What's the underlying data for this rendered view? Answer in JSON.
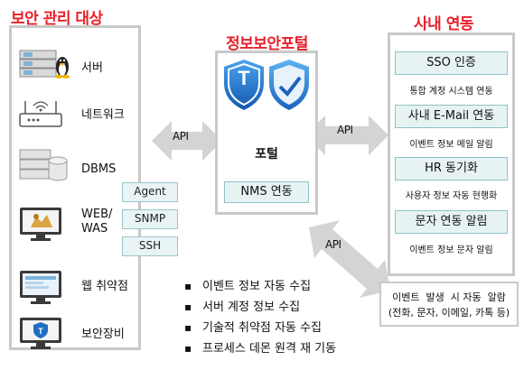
{
  "titles": {
    "left": "보안 관리 대상",
    "center": "정보보안포털",
    "right": "사내 연동"
  },
  "assets": [
    {
      "label": "서버",
      "icon": "server-linux-icon"
    },
    {
      "label": "네트워크",
      "icon": "router-icon"
    },
    {
      "label": "DBMS",
      "icon": "database-server-icon"
    },
    {
      "label": "WEB/\nWAS",
      "icon": "web-was-monitor-icon"
    },
    {
      "label": "웹 취약점",
      "icon": "web-vulnerability-monitor-icon"
    },
    {
      "label": "보안장비",
      "icon": "security-device-monitor-icon"
    }
  ],
  "protocols": [
    "Agent",
    "SNMP",
    "SSH"
  ],
  "portal": {
    "name": "포털",
    "nms_label": "NMS 연동",
    "logo_letter": "T"
  },
  "api_labels": [
    "API",
    "API",
    "API"
  ],
  "integrations": [
    {
      "label": "SSO 인증",
      "desc": "통합 계정 시스템 연동"
    },
    {
      "label": "사내 E-Mail 연동",
      "desc": "이벤트 정보 메일 알림"
    },
    {
      "label": "HR 동기화",
      "desc": "사용자 정보 자동 현행화"
    },
    {
      "label": "문자 연동 알림",
      "desc": "이벤트 정보 문자 알림"
    }
  ],
  "features": [
    "이벤트 정보 자동 수집",
    "서버 계정 정보 수집",
    "기술적 취약점 자동 수집",
    "프로세스 데몬 원격 재 기동"
  ],
  "alert": {
    "line1": "이벤트  발생  시 자동  알람",
    "line2": "(전화, 문자, 이메일, 카톡 등)"
  },
  "colors": {
    "title_red": "#e8202a",
    "teal_fill": "#e7f3f3",
    "teal_border": "#8fc2c5",
    "frame_gray": "#c9c9c9",
    "shield_blue": "#1f7fd6"
  }
}
